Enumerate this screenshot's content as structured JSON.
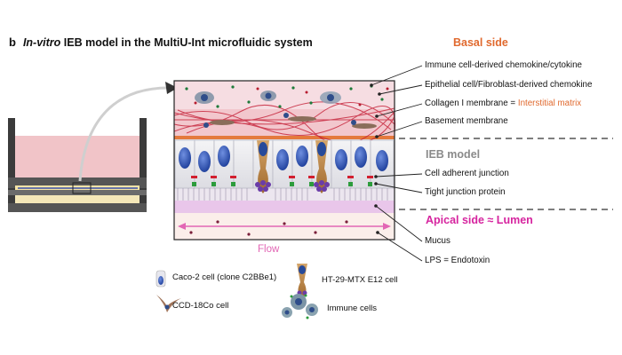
{
  "figure": {
    "panel_letter": "b",
    "title_italic": "In-vitro",
    "title_rest": "IEB model in the MultiU-Int microfluidic system",
    "basal_side": "Basal side",
    "apical_side": "Apical side ≈ Lumen",
    "ieb_model": "IEB model",
    "flow": "Flow",
    "colors": {
      "basal": "#e0692e",
      "apical": "#d6249f",
      "flow": "#e266b4",
      "ieb": "#8a8a8a"
    }
  },
  "labels": {
    "immune_chemokine": "Immune cell-derived chemokine/cytokine",
    "epithelial_chemokine": "Epithelial cell/Fibroblast-derived chemokine",
    "collagen_prefix": "Collagen I membrane = ",
    "collagen_highlight": "Interstitial matrix",
    "basement_membrane": "Basement membrane",
    "adherent_junction": "Cell adherent junction",
    "tight_junction": "Tight junction protein",
    "mucus": "Mucus",
    "lps": "LPS = Endotoxin"
  },
  "legend": {
    "caco2": "Caco-2 cell (clone C2BBe1)",
    "ht29": "HT-29-MTX E12 cell",
    "ccd18co": "CCD-18Co cell",
    "immune": "Immune cells"
  }
}
